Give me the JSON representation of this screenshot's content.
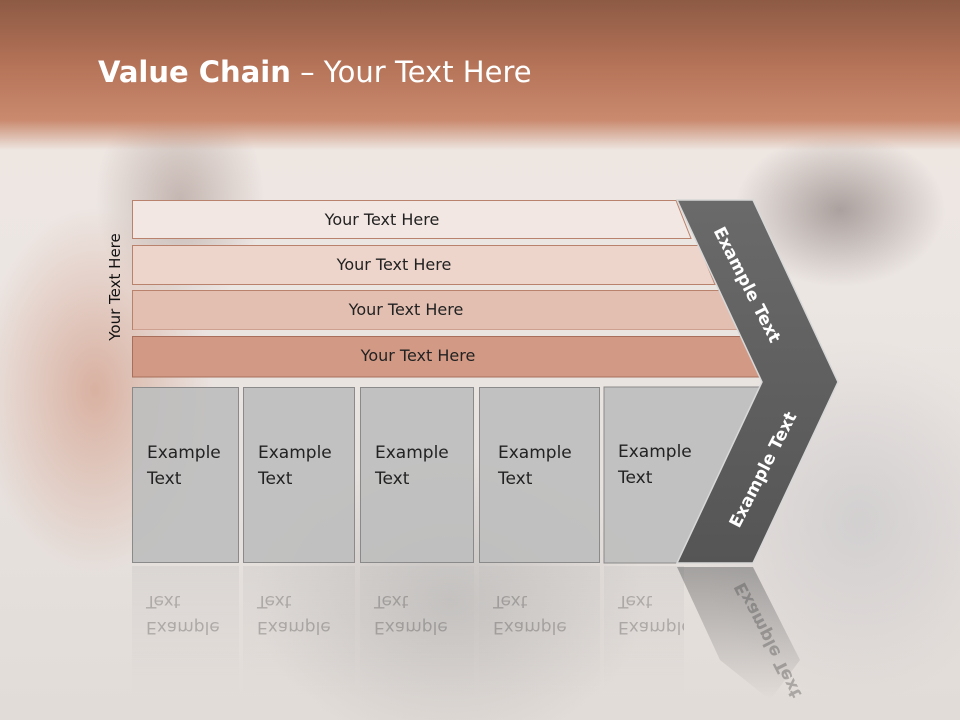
{
  "slide": {
    "title_bold": "Value Chain",
    "title_rest": " – Your Text Here",
    "side_label": "Your Text Here",
    "rows": [
      {
        "label": "Your Text Here"
      },
      {
        "label": "Your Text Here"
      },
      {
        "label": "Your Text Here"
      },
      {
        "label": "Your Text Here"
      }
    ],
    "columns": [
      {
        "line1": "Example",
        "line2": "Text"
      },
      {
        "line1": "Example",
        "line2": "Text"
      },
      {
        "line1": "Example",
        "line2": "Text"
      },
      {
        "line1": "Example",
        "line2": "Text"
      },
      {
        "line1": "Example",
        "line2": "Text"
      }
    ],
    "chevron_top": "Example Text",
    "chevron_bottom": "Example Text"
  },
  "colors": {
    "header": "#b67459",
    "row1": "#f3e7e3",
    "row2": "#edd5cc",
    "row3": "#e3bfb1",
    "row4": "#d29a85",
    "column": "#bebebe",
    "chevron": "#5e5e5e"
  }
}
